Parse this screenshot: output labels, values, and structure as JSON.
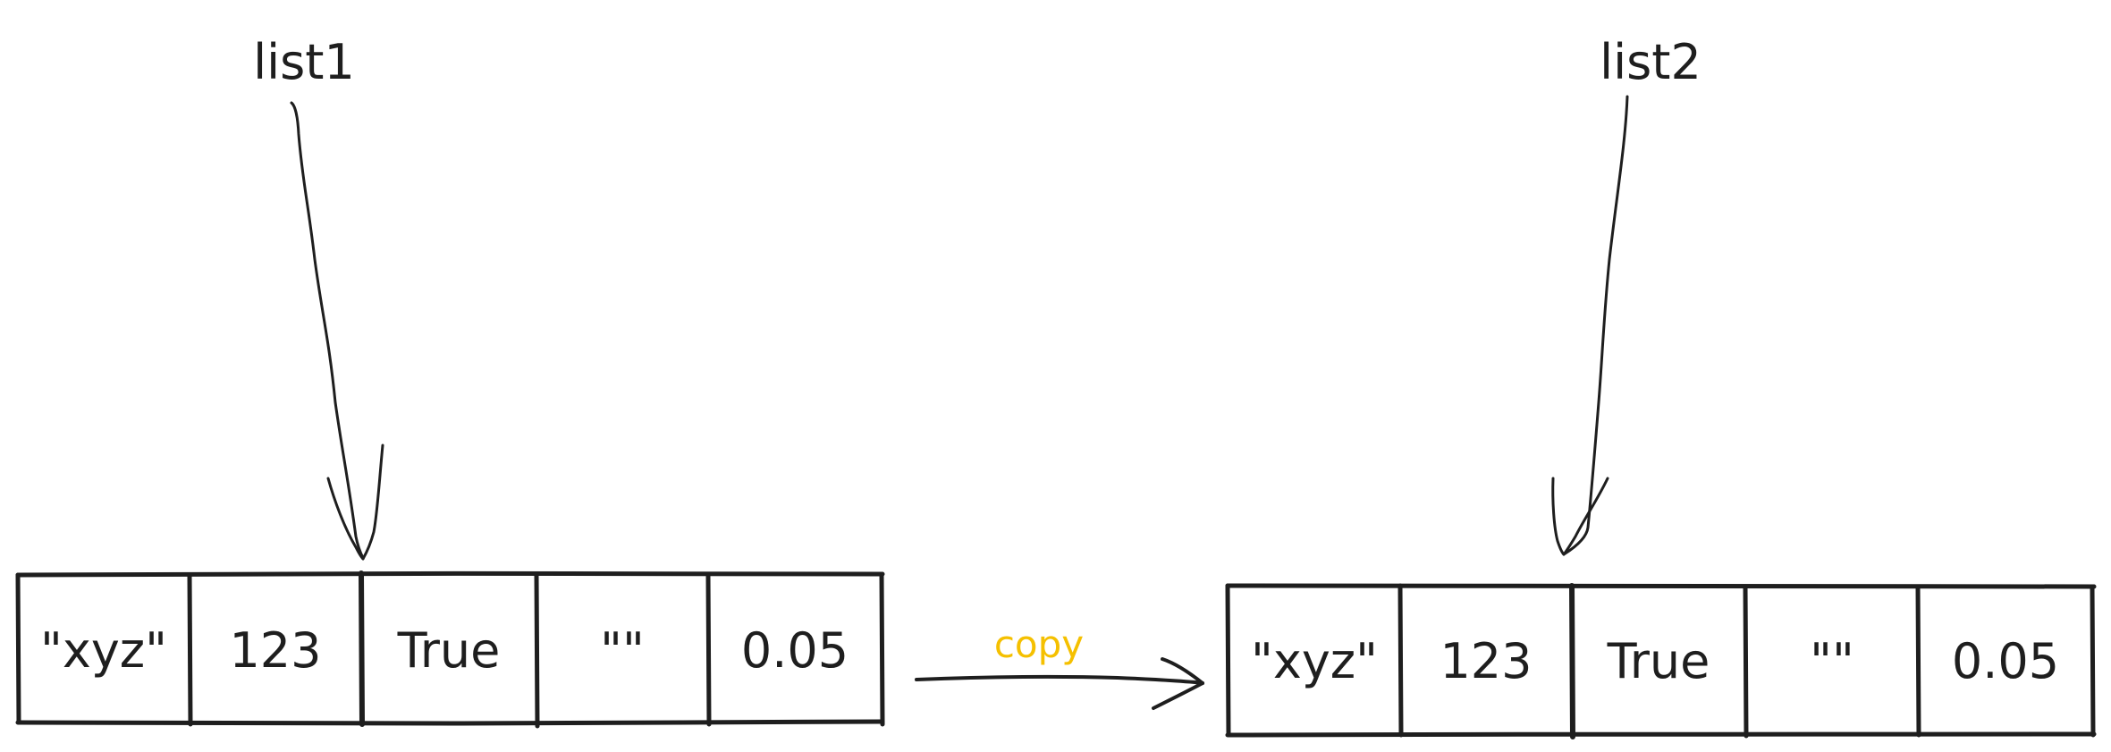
{
  "diagram": {
    "source_list": {
      "label": "list1",
      "cells": [
        "\"xyz\"",
        "123",
        "True",
        "\"\"",
        "0.05"
      ]
    },
    "target_list": {
      "label": "list2",
      "cells": [
        "\"xyz\"",
        "123",
        "True",
        "\"\"",
        "0.05"
      ]
    },
    "copy_arrow": {
      "label": "copy",
      "color": "#f5c000"
    },
    "stroke_color": "#1e1e1e",
    "background_color": "#ffffff"
  }
}
